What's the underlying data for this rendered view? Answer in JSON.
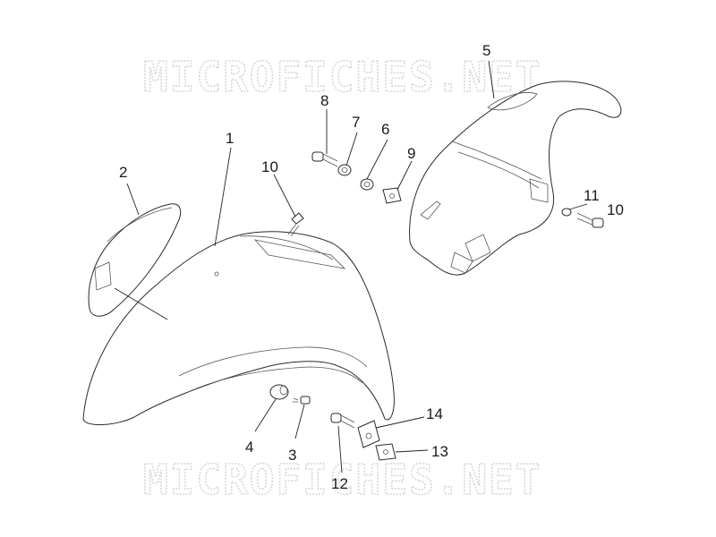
{
  "watermark": {
    "text": "MICROFICHES.NET"
  },
  "callouts": [
    {
      "id": "1",
      "label": "1"
    },
    {
      "id": "2",
      "label": "2"
    },
    {
      "id": "3",
      "label": "3"
    },
    {
      "id": "4",
      "label": "4"
    },
    {
      "id": "5",
      "label": "5"
    },
    {
      "id": "6",
      "label": "6"
    },
    {
      "id": "7",
      "label": "7"
    },
    {
      "id": "8",
      "label": "8"
    },
    {
      "id": "9",
      "label": "9"
    },
    {
      "id": "10a",
      "label": "10"
    },
    {
      "id": "10b",
      "label": "10"
    },
    {
      "id": "11",
      "label": "11"
    },
    {
      "id": "12",
      "label": "12"
    },
    {
      "id": "13",
      "label": "13"
    },
    {
      "id": "14",
      "label": "14"
    }
  ]
}
